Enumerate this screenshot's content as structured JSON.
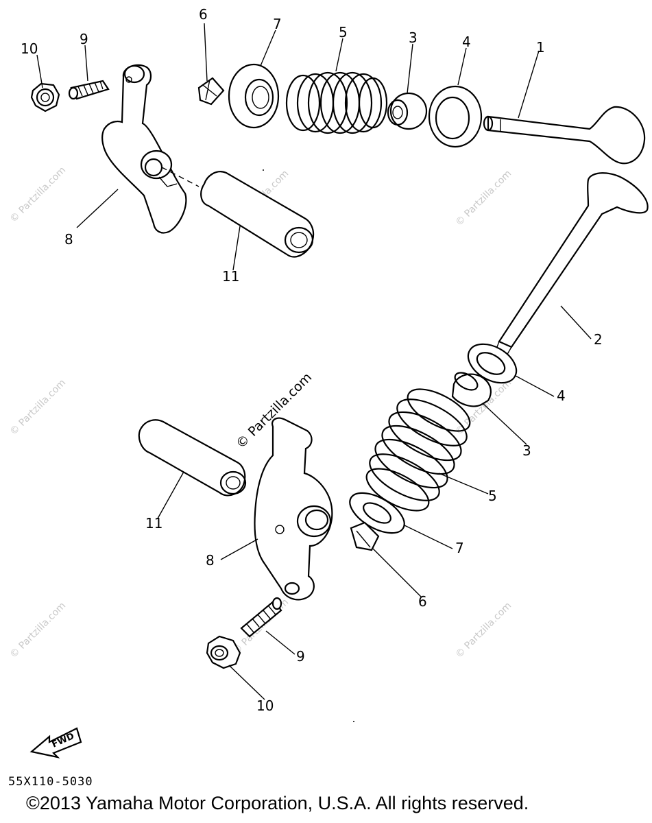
{
  "diagram": {
    "callouts": [
      {
        "id": "c1",
        "label": "1"
      },
      {
        "id": "c2",
        "label": "2"
      },
      {
        "id": "c3a",
        "label": "3"
      },
      {
        "id": "c3b",
        "label": "3"
      },
      {
        "id": "c4a",
        "label": "4"
      },
      {
        "id": "c4b",
        "label": "4"
      },
      {
        "id": "c5a",
        "label": "5"
      },
      {
        "id": "c5b",
        "label": "5"
      },
      {
        "id": "c6a",
        "label": "6"
      },
      {
        "id": "c6b",
        "label": "6"
      },
      {
        "id": "c7a",
        "label": "7"
      },
      {
        "id": "c7b",
        "label": "7"
      },
      {
        "id": "c8a",
        "label": "8"
      },
      {
        "id": "c8b",
        "label": "8"
      },
      {
        "id": "c9a",
        "label": "9"
      },
      {
        "id": "c9b",
        "label": "9"
      },
      {
        "id": "c10a",
        "label": "10"
      },
      {
        "id": "c10b",
        "label": "10"
      },
      {
        "id": "c11a",
        "label": "11"
      },
      {
        "id": "c11b",
        "label": "11"
      }
    ],
    "fwd_label": "FWD",
    "watermark": "© Partzilla.com",
    "diagram_code": "55X110-5030",
    "copyright": "©2013 Yamaha Motor Corporation, U.S.A. All rights reserved."
  }
}
